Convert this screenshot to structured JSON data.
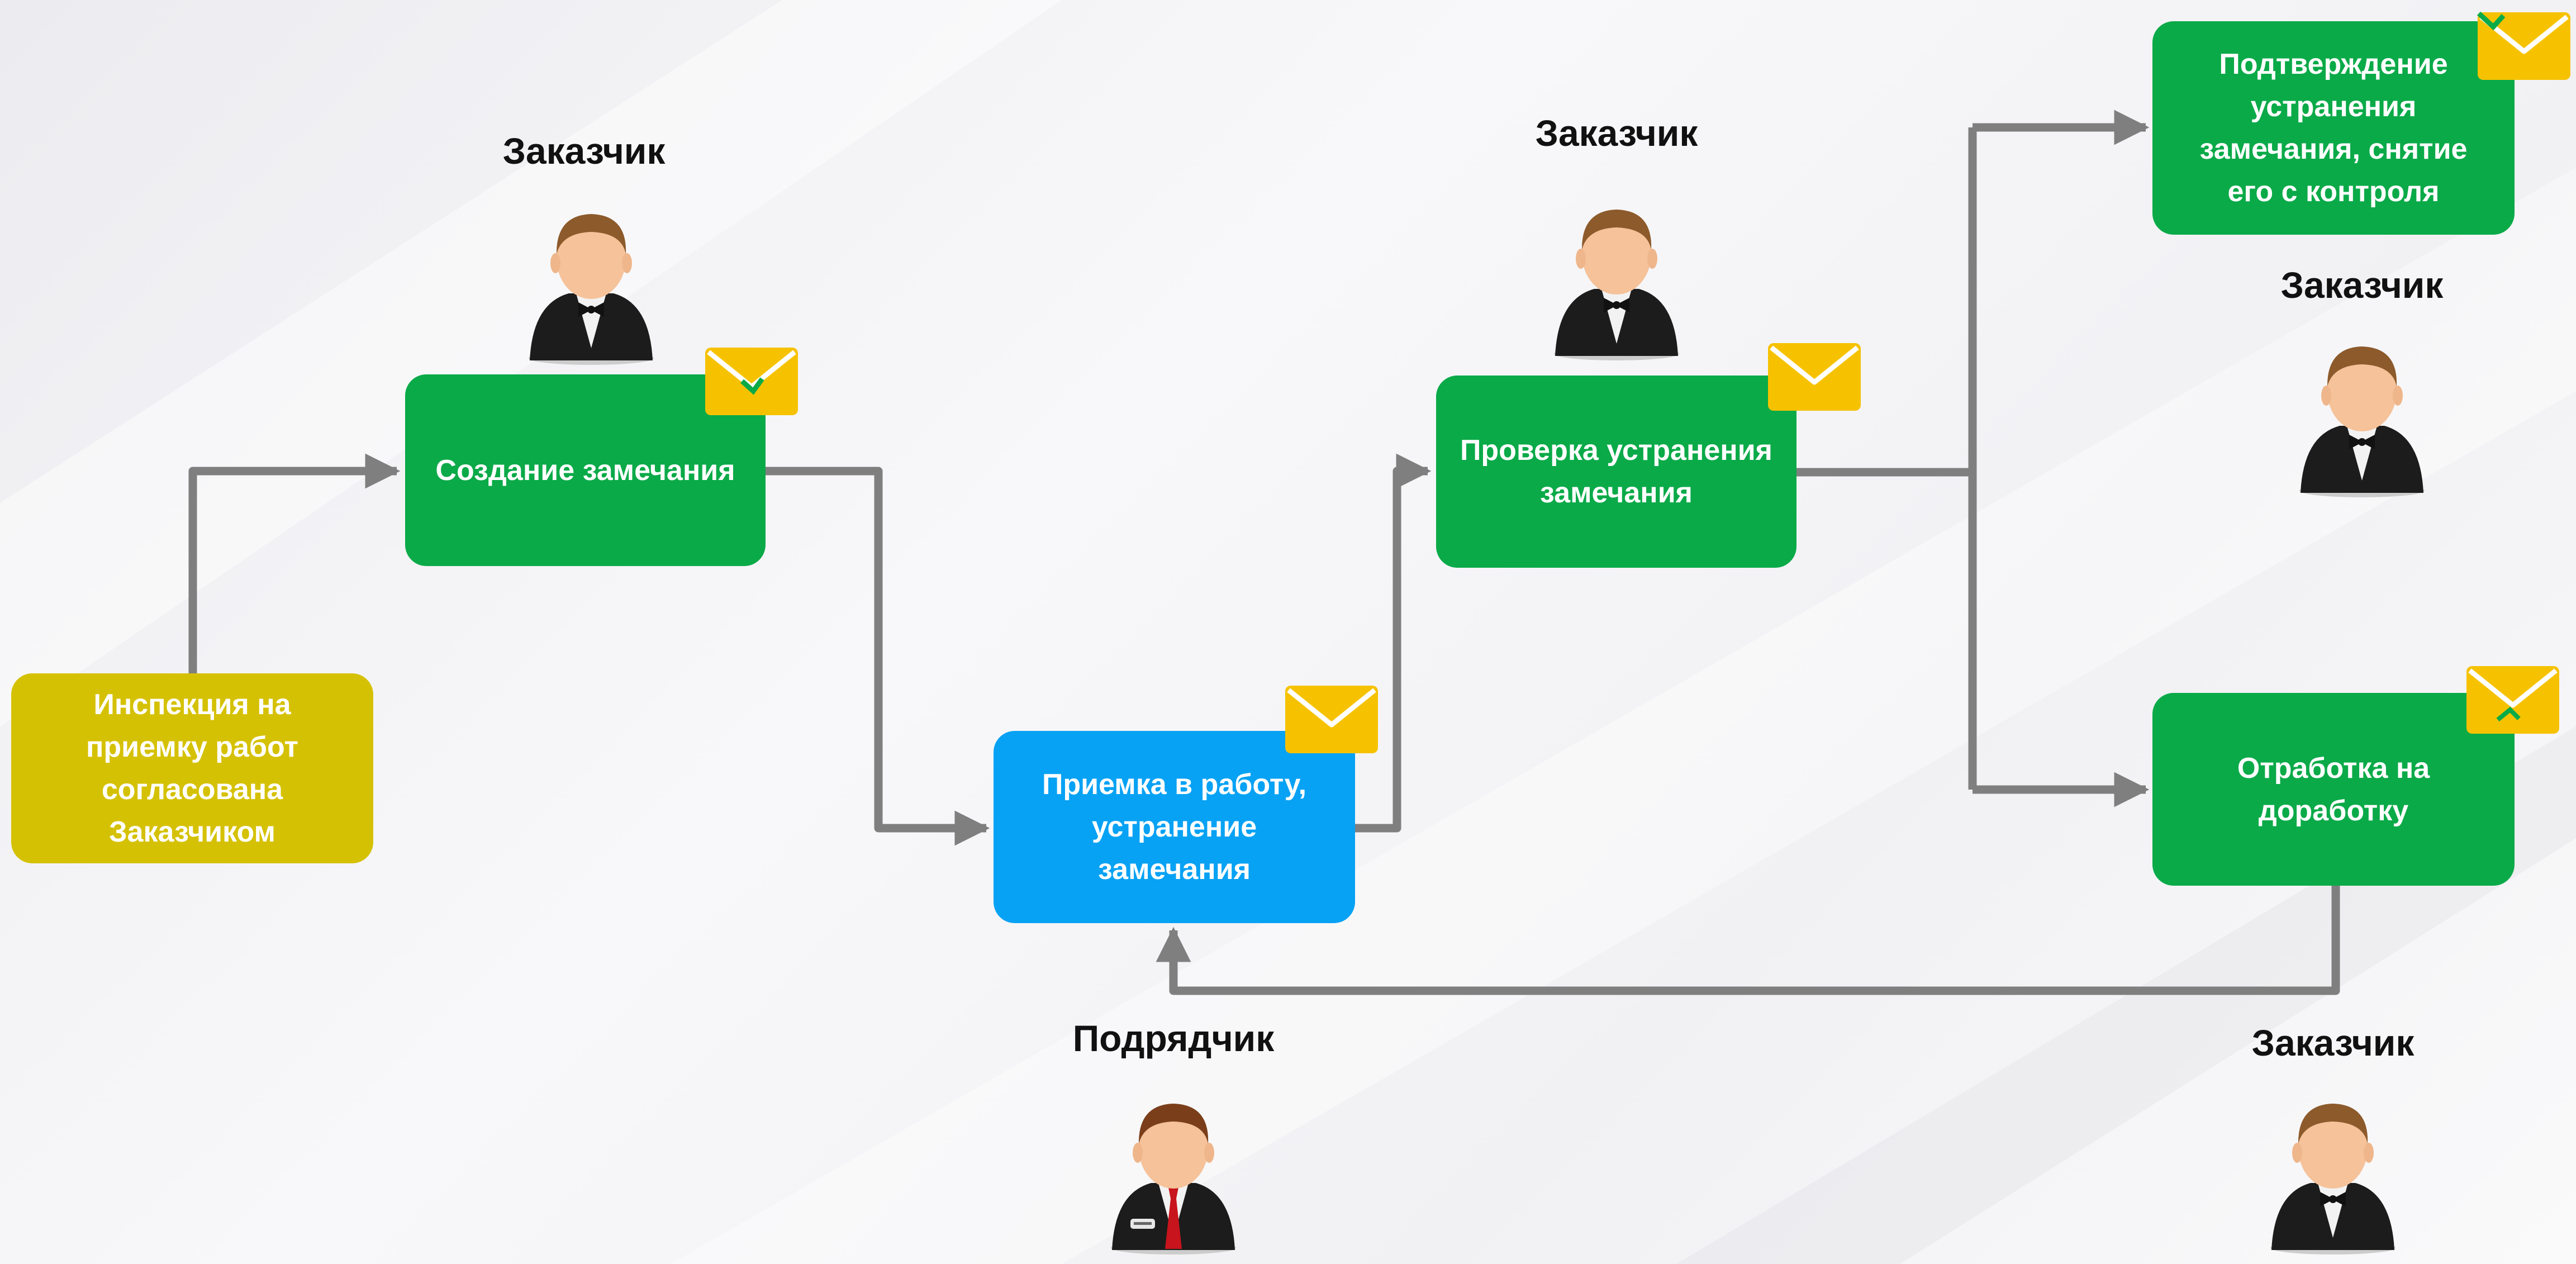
{
  "diagram": {
    "nodes": {
      "inspection": "Инспекция на приемку работ согласована Заказчиком",
      "create_remark": "Создание замечания",
      "accept_fix": "Приемка в работу, устранение замечания",
      "check_fix": "Проверка устранения замечания",
      "confirm_close": "Подтверждение устранения замечания, снятие его с контроля",
      "rework": "Отработка на доработку"
    },
    "roles": {
      "customer_1": "Заказчик",
      "customer_2": "Заказчик",
      "customer_3": "Заказчик",
      "customer_4": "Заказчик",
      "contractor": "Подрядчик"
    },
    "edges": [
      {
        "from": "inspection",
        "to": "create_remark"
      },
      {
        "from": "create_remark",
        "to": "accept_fix"
      },
      {
        "from": "accept_fix",
        "to": "check_fix"
      },
      {
        "from": "check_fix",
        "to": "confirm_close"
      },
      {
        "from": "check_fix",
        "to": "rework"
      },
      {
        "from": "rework",
        "to": "accept_fix"
      }
    ],
    "icons": {
      "customer_avatar": "businessman-bowtie-icon",
      "contractor_avatar": "businessman-tie-icon",
      "notification": "envelope-icon"
    },
    "colors": {
      "green": "#0aaa48",
      "yellow": "#d5c103",
      "blue": "#08a2f4",
      "connector": "#7f7f7f",
      "envelope": "#f6c200"
    }
  }
}
